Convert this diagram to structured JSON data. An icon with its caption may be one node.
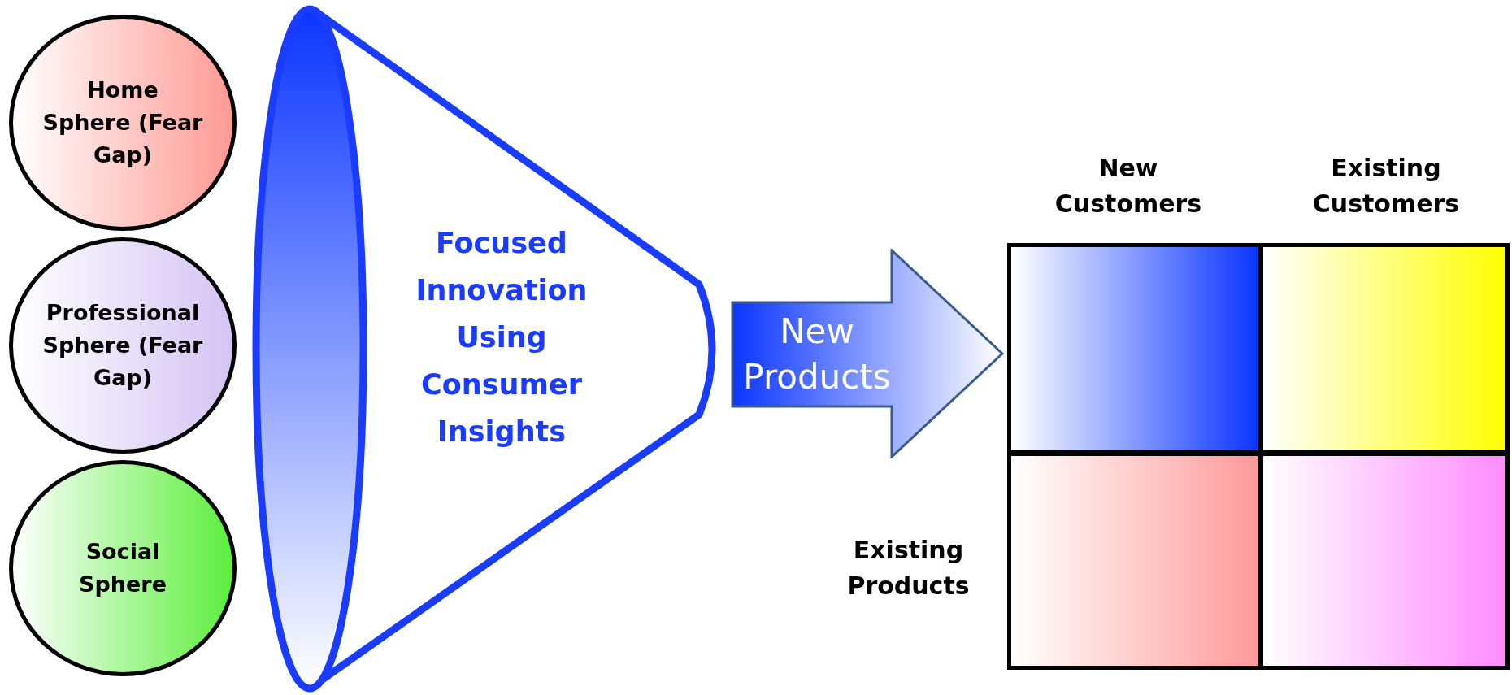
{
  "diagram": {
    "nodes": [
      {
        "text": [
          "Home Sphere (Fear Gap)"
        ]
      },
      {
        "text": [
          "Professional Sphere (Fear Gap)"
        ]
      },
      {
        "text": [
          "Social Sphere"
        ]
      },
      {
        "text": [
          "Focused Innovation Using Consumer Insights"
        ]
      },
      {
        "text": [
          "New Products"
        ]
      },
      {
        "text": [],
        "shape": "box"
      },
      {
        "text": [],
        "shape": "box"
      },
      {
        "text": [],
        "shape": "box"
      },
      {
        "text": [],
        "shape": "box"
      }
    ],
    "labels": [
      "New Customers",
      "Existing Customers",
      "Existing Products"
    ]
  }
}
